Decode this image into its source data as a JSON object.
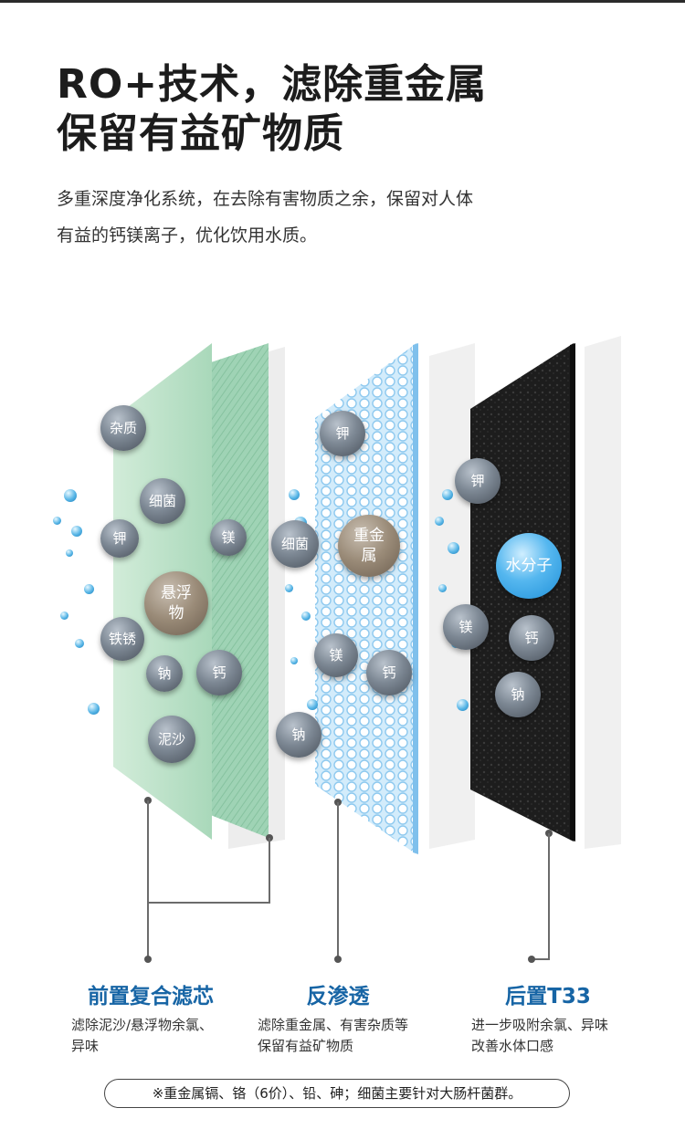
{
  "title": {
    "line1": "RO+技术，滤除重金属",
    "line2": "保留有益矿物质"
  },
  "description": {
    "line1": "多重深度净化系统，在去除有害物质之余，保留对人体",
    "line2": "有益的钙镁离子，优化饮用水质。"
  },
  "layers": {
    "prefilter": {
      "heading": "前置复合滤芯",
      "desc_line1": "滤除泥沙/悬浮物余氯、",
      "desc_line2": "异味",
      "particles": [
        "杂质",
        "细菌",
        "钾",
        "镁",
        "悬浮物",
        "铁锈",
        "钠",
        "钙",
        "泥沙"
      ]
    },
    "ro": {
      "heading": "反渗透",
      "desc_line1": "滤除重金属、有害杂质等",
      "desc_line2": "保留有益矿物质",
      "particles": [
        "钾",
        "细菌",
        "重金属",
        "镁",
        "钙",
        "钠"
      ]
    },
    "post": {
      "heading": "后置T33",
      "desc_line1": "进一步吸附余氯、异味",
      "desc_line2": "改善水体口感",
      "particles": [
        "钾",
        "水分子",
        "镁",
        "钙",
        "钠"
      ]
    }
  },
  "footnote": "※重金属镉、铬（6价）、铅、砷；细菌主要针对大肠杆菌群。",
  "colors": {
    "heading_blue": "#1765a5",
    "prefilter_green": "#bfe3cb",
    "ro_blue": "#b8ddf5",
    "carbon_black": "#1c1c1c"
  }
}
